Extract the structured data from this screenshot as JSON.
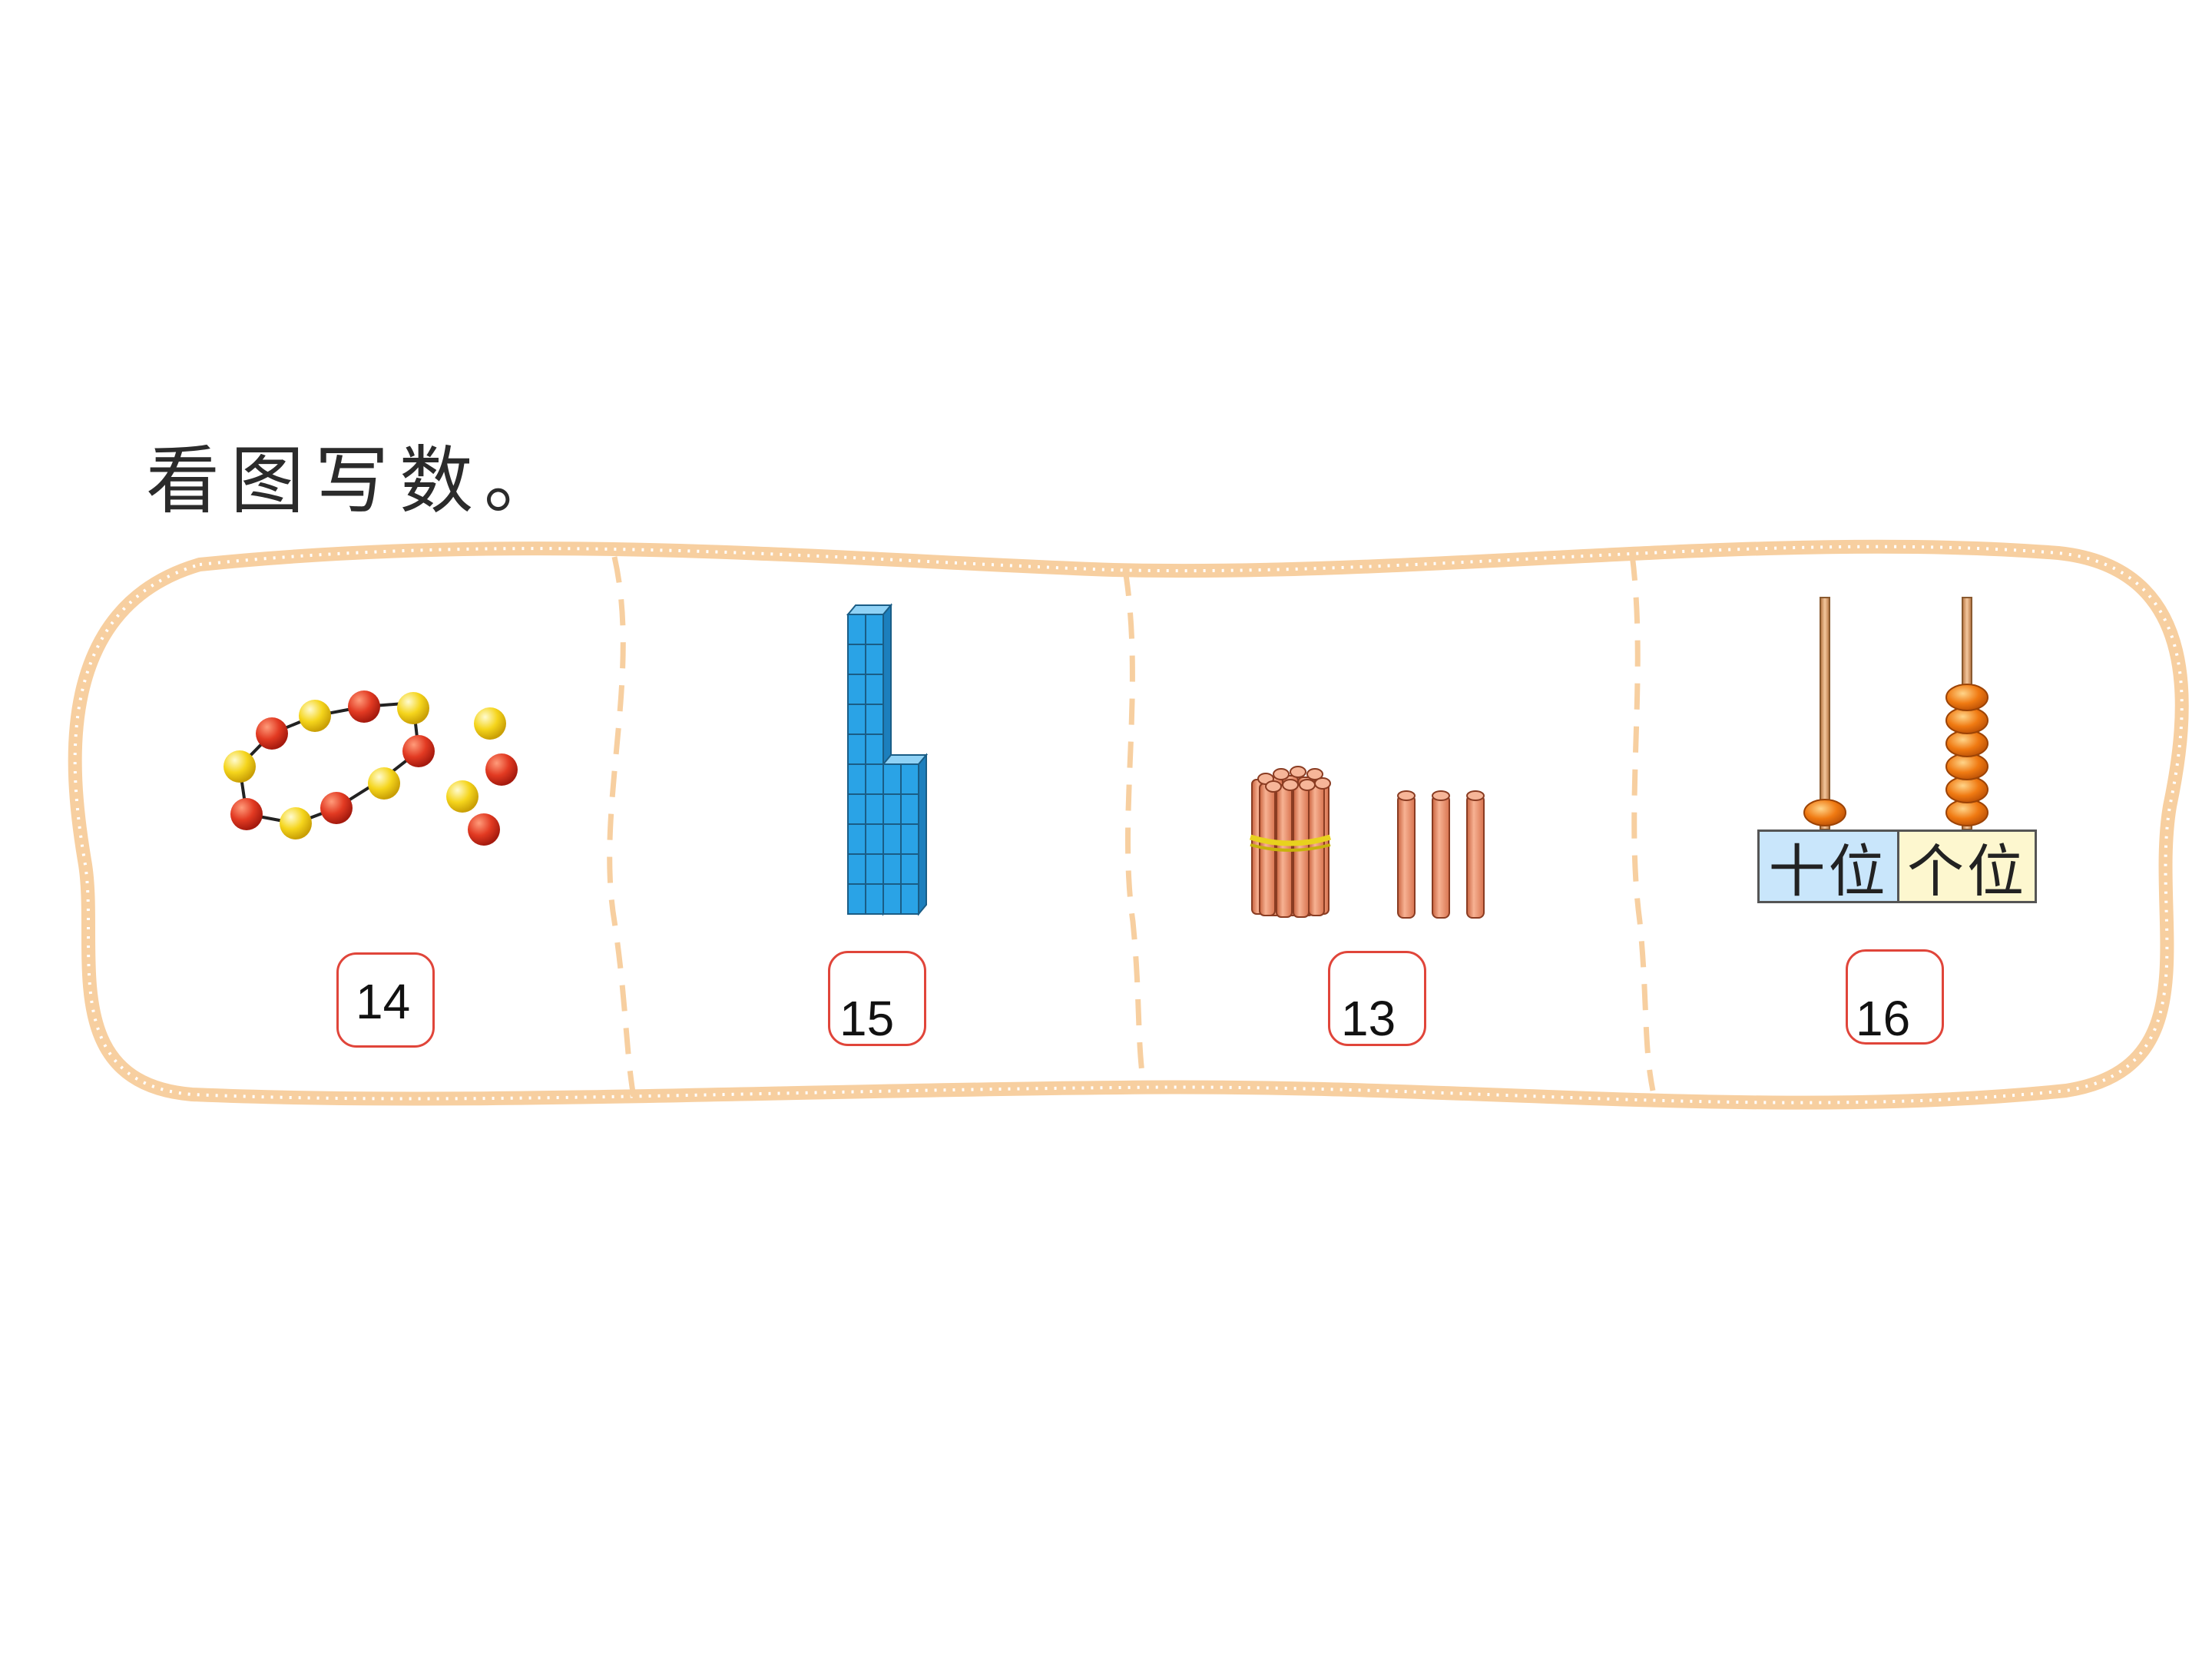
{
  "title": "看图写数。",
  "panels": [
    {
      "id": "beads",
      "answer": "14"
    },
    {
      "id": "cubes",
      "answer": "15"
    },
    {
      "id": "sticks",
      "answer": "13"
    },
    {
      "id": "abacus",
      "answer": "16",
      "tens_label": "十位",
      "ones_label": "个位",
      "tens_beads": 1,
      "ones_beads": 6
    }
  ],
  "colors": {
    "frame": "#f7cfa0",
    "answer_border": "#e0453a",
    "tens_bg": "#c9e6fb",
    "ones_bg": "#fdf7cf",
    "cube": "#2aa3e6",
    "stick": "#ef9a76",
    "bead_red": "#e23a22",
    "bead_yellow": "#f5d51c",
    "abacus_bead": "#f07a12"
  }
}
